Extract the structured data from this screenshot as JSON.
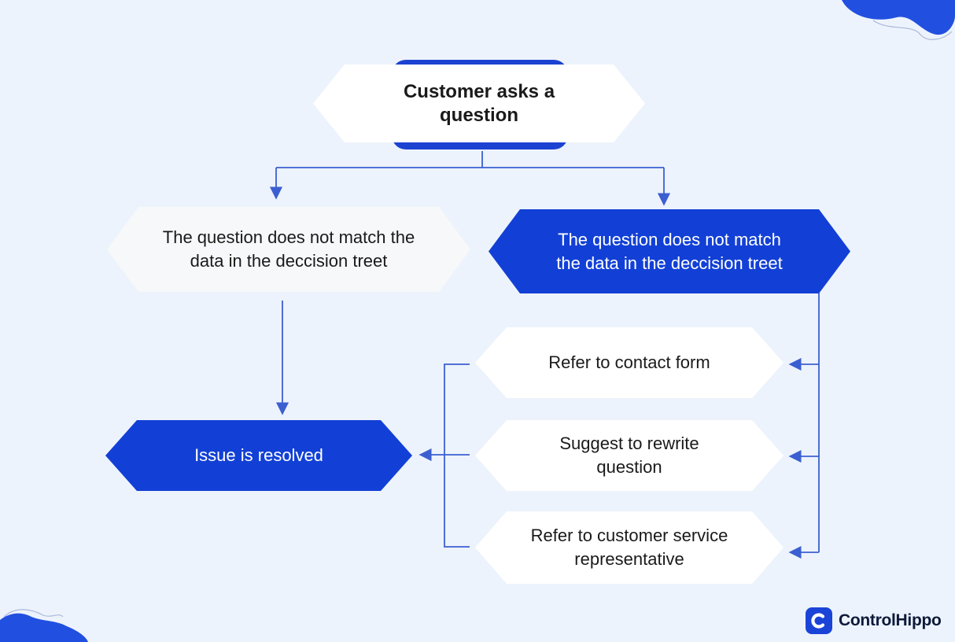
{
  "diagram": {
    "root": {
      "label": "Customer asks a question"
    },
    "branch_left": {
      "label": "The question does not match the data in the deccision treet"
    },
    "branch_right": {
      "label": "The question does not match the data in the deccision treet"
    },
    "outcome_resolved": {
      "label": "Issue is resolved"
    },
    "option_contact_form": {
      "label": "Refer to contact form"
    },
    "option_rewrite": {
      "label": "Suggest to rewrite question"
    },
    "option_representative": {
      "label": "Refer to customer service representative"
    }
  },
  "brand": {
    "name": "ControlHippo"
  },
  "colors": {
    "background": "#edf3fc",
    "accent_blue": "#1240d6",
    "connector": "#3b5fd0",
    "node_white": "#ffffff"
  }
}
